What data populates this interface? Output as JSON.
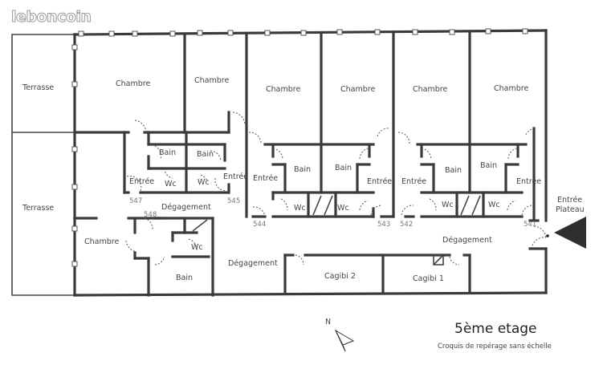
{
  "logo": "leboncoin",
  "title": "5ème etage",
  "subtitle": "Croquis de repérage sans échelle",
  "north_label": "N",
  "entrance": {
    "label_line1": "Entrée",
    "label_line2": "Plateau"
  },
  "rooms": {
    "terrasse_top": "Terrasse",
    "terrasse_bottom": "Terrasse",
    "chambre_1": "Chambre",
    "chambre_2": "Chambre",
    "chambre_3": "Chambre",
    "chambre_4": "Chambre",
    "chambre_5": "Chambre",
    "chambre_6": "Chambre",
    "chambre_left": "Chambre",
    "bain_547": "Bain",
    "bain_545": "Bain",
    "bain_544": "Bain",
    "bain_543": "Bain",
    "bain_542": "Bain",
    "bain_541": "Bain",
    "bain_548": "Bain",
    "wc_547": "Wc",
    "wc_545": "Wc",
    "wc_544": "Wc",
    "wc_543": "Wc",
    "wc_542": "Wc",
    "wc_541": "Wc",
    "wc_548": "Wc",
    "entree_547": "Entrée",
    "entree_545": "Entrée",
    "entree_544": "Entrée",
    "entree_543": "Entrée",
    "entree_542": "Entrée",
    "entree_541": "Entrée",
    "degagement_1": "Dégagement",
    "degagement_2": "Dégagement",
    "degagement_3": "Dégagement",
    "cagibi_2": "Cagibi 2",
    "cagibi_1": "Cagibi 1"
  },
  "unit_numbers": {
    "u547": "547",
    "u545": "545",
    "u548": "548",
    "u544": "544",
    "u543": "543",
    "u542": "542",
    "u541": "541"
  }
}
